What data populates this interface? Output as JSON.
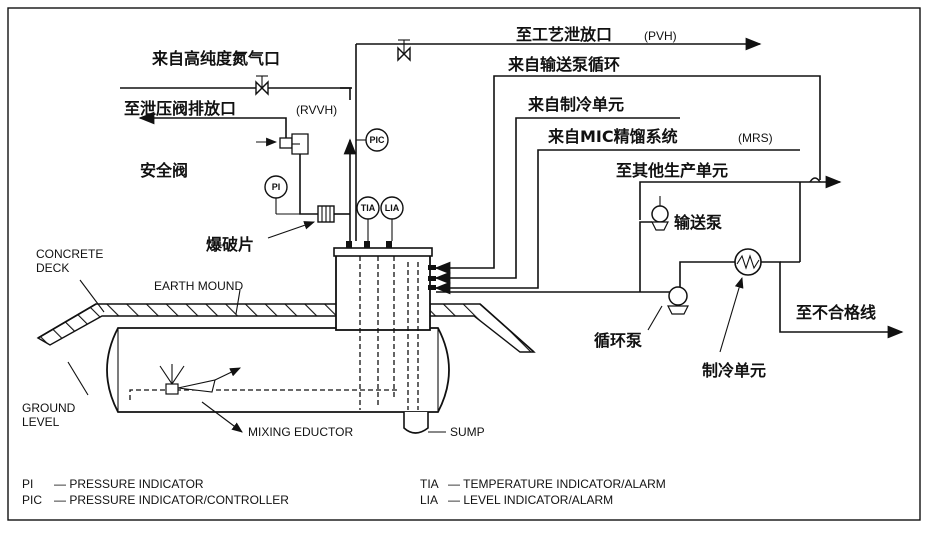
{
  "labels": {
    "to_process_vent": "至工艺泄放口",
    "to_process_vent_code": "(PVH)",
    "from_nitrogen": "来自高纯度氮气口",
    "from_transfer_pump": "来自输送泵循环",
    "to_relief_vent": "至泄压阀排放口",
    "to_relief_vent_code": "(RVVH)",
    "from_refrigeration": "来自制冷单元",
    "from_mic_refining": "来自MIC精馏系统",
    "from_mic_refining_code": "(MRS)",
    "safety_valve": "安全阀",
    "to_other_units": "至其他生产单元",
    "transfer_pump": "输送泵",
    "rupture_disc": "爆破片",
    "to_offspec_line": "至不合格线",
    "circulation_pump": "循环泵",
    "refrigeration_unit": "制冷单元",
    "concrete_deck": [
      "CONCRETE",
      "DECK"
    ],
    "earth_mound": "EARTH MOUND",
    "ground_level": [
      "GROUND",
      "LEVEL"
    ],
    "mixing_eductor": "MIXING EDUCTOR",
    "sump": "SUMP"
  },
  "instruments": {
    "pi": "PI",
    "pic": "PIC",
    "tia": "TIA",
    "lia": "LIA"
  },
  "legend": [
    {
      "abbr": "PI",
      "desc": "— PRESSURE INDICATOR"
    },
    {
      "abbr": "PIC",
      "desc": "— PRESSURE INDICATOR/CONTROLLER"
    },
    {
      "abbr": "TIA",
      "desc": "— TEMPERATURE INDICATOR/ALARM"
    },
    {
      "abbr": "LIA",
      "desc": "— LEVEL INDICATOR/ALARM"
    }
  ],
  "colors": {
    "ink": "#111111",
    "background": "#ffffff"
  }
}
